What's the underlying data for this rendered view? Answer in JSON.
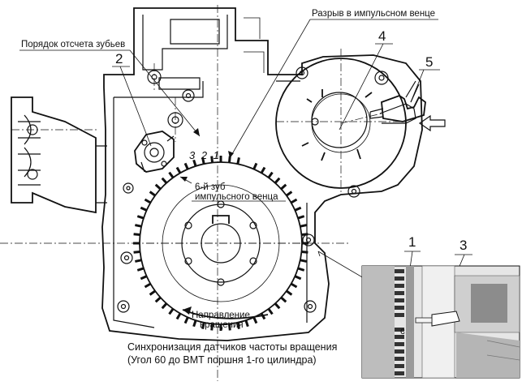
{
  "labels": {
    "gap": "Разрыв в импульсном венце",
    "tooth_order": "Порядок отсчета зубьев",
    "tooth_digits": "3 2 1",
    "sixth_tooth_line1": "6-й зуб",
    "sixth_tooth_line2": "импульсного венца",
    "direction_line1": "Направление",
    "direction_line2": "вращения",
    "caption_line1": "Синхронизация датчиков частоты вращения",
    "caption_line2": "(Угол 60  до ВМТ поршня 1-го цилиндра)",
    "inset_mark": "с"
  },
  "callouts": {
    "n1": "1",
    "n2": "2",
    "n3": "3",
    "n4": "4",
    "n5": "5"
  }
}
